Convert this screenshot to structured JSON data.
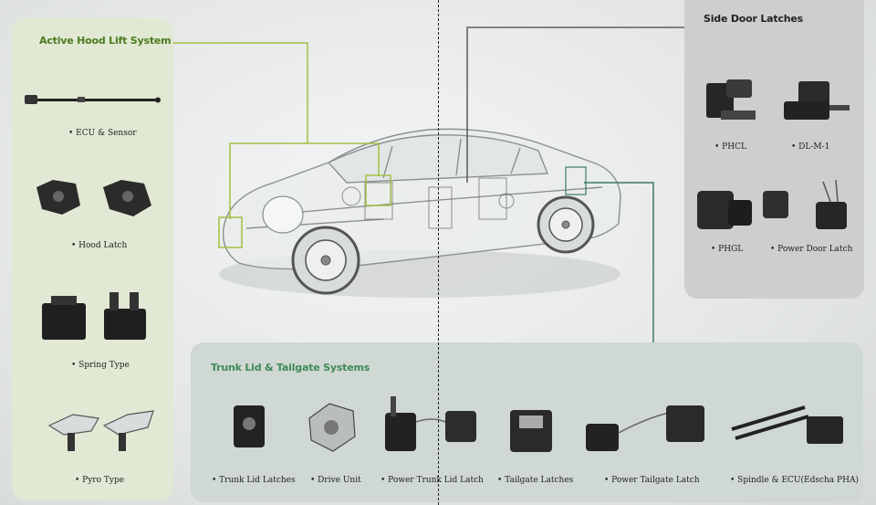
{
  "hood_panel": {
    "title": "Active Hood Lift System",
    "items": [
      {
        "label": "• ECU & Sensor",
        "icon": "ecu-sensor-icon"
      },
      {
        "label": "• Hood Latch",
        "icon": "hood-latch-icon"
      },
      {
        "label": "• Spring Type",
        "icon": "spring-type-icon"
      },
      {
        "label": "• Pyro Type",
        "icon": "pyro-type-icon"
      }
    ]
  },
  "side_panel": {
    "title": "Side Door Latches",
    "items": [
      {
        "label": "• PHCL",
        "icon": "phcl-latch-icon"
      },
      {
        "label": "• DL-M-1",
        "icon": "dl-m-1-latch-icon"
      },
      {
        "label": "• PHGL",
        "icon": "phgl-latch-icon"
      },
      {
        "label": "• Power Door Latch",
        "icon": "power-door-latch-icon"
      }
    ]
  },
  "trunk_panel": {
    "title": "Trunk Lid & Tailgate Systems",
    "items": [
      {
        "label": "• Trunk Lid Latches",
        "icon": "trunk-lid-latch-icon"
      },
      {
        "label": "• Drive Unit",
        "icon": "drive-unit-icon"
      },
      {
        "label": "• Power Trunk Lid Latch",
        "icon": "power-trunk-lid-latch-icon"
      },
      {
        "label": "• Tailgate Latches",
        "icon": "tailgate-latch-icon"
      },
      {
        "label": "• Power Tailgate Latch",
        "icon": "power-tailgate-latch-icon"
      },
      {
        "label": "• Spindle & ECU(Edscha PHA)",
        "icon": "spindle-ecu-icon"
      }
    ]
  },
  "colors": {
    "hood_accent": "#9fc043",
    "hood_title": "#4a7a1e",
    "trunk_title": "#3f8a57",
    "trunk_connector": "#3a7a60",
    "side_connector": "#444444"
  }
}
